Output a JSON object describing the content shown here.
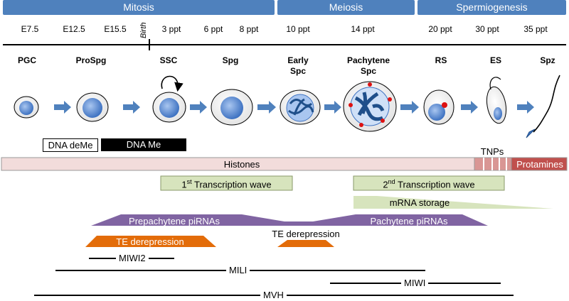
{
  "phases": [
    {
      "label": "Mitosis"
    },
    {
      "label": "Meiosis"
    },
    {
      "label": "Spermiogenesis"
    }
  ],
  "timepoints": [
    "E7.5",
    "E12.5",
    "E15.5",
    "3 ppt",
    "6 ppt",
    "8 ppt",
    "10 ppt",
    "14 ppt",
    "20 ppt",
    "30 ppt",
    "35 ppt"
  ],
  "birth_label": "Birth",
  "stages": [
    {
      "line1": "PGC",
      "line2": ""
    },
    {
      "line1": "ProSpg",
      "line2": ""
    },
    {
      "line1": "SSC",
      "line2": ""
    },
    {
      "line1": "Spg",
      "line2": ""
    },
    {
      "line1": "Early",
      "line2": "Spc"
    },
    {
      "line1": "Pachytene",
      "line2": "Spc"
    },
    {
      "line1": "RS",
      "line2": ""
    },
    {
      "line1": "ES",
      "line2": ""
    },
    {
      "line1": "Spz",
      "line2": ""
    }
  ],
  "dna_demethylation": "DNA deMe",
  "dna_methylation": "DNA Me",
  "histones": "Histones",
  "tnps": "TNPs",
  "protamines": "Protamines",
  "transcription_wave_1": {
    "number": "1",
    "superscript": "st",
    "text": " Transcription wave"
  },
  "transcription_wave_2": {
    "number": "2",
    "superscript": "nd",
    "text": " Transcription wave"
  },
  "mrna_storage": "mRNA storage",
  "prepachytene_pirnas": "Prepachytene piRNAs",
  "pachytene_pirnas": "Pachytene piRNAs",
  "te_derepression_1": "TE derepression",
  "te_derepression_2": "TE derepression",
  "miwi2": "MIWI2",
  "mili": "MILI",
  "miwi": "MIWI",
  "mvh": "MVH",
  "colors": {
    "phase_blue": "#4f81bd",
    "nucleus_blue": "#5b8fd6",
    "arrow_blue": "#4f81bd",
    "histone_pink": "#f2dcdb",
    "protamine_red": "#c0504d",
    "wave_green": "#d7e4bd",
    "pirna_purple": "#8064a2",
    "te_orange": "#e36c09"
  }
}
